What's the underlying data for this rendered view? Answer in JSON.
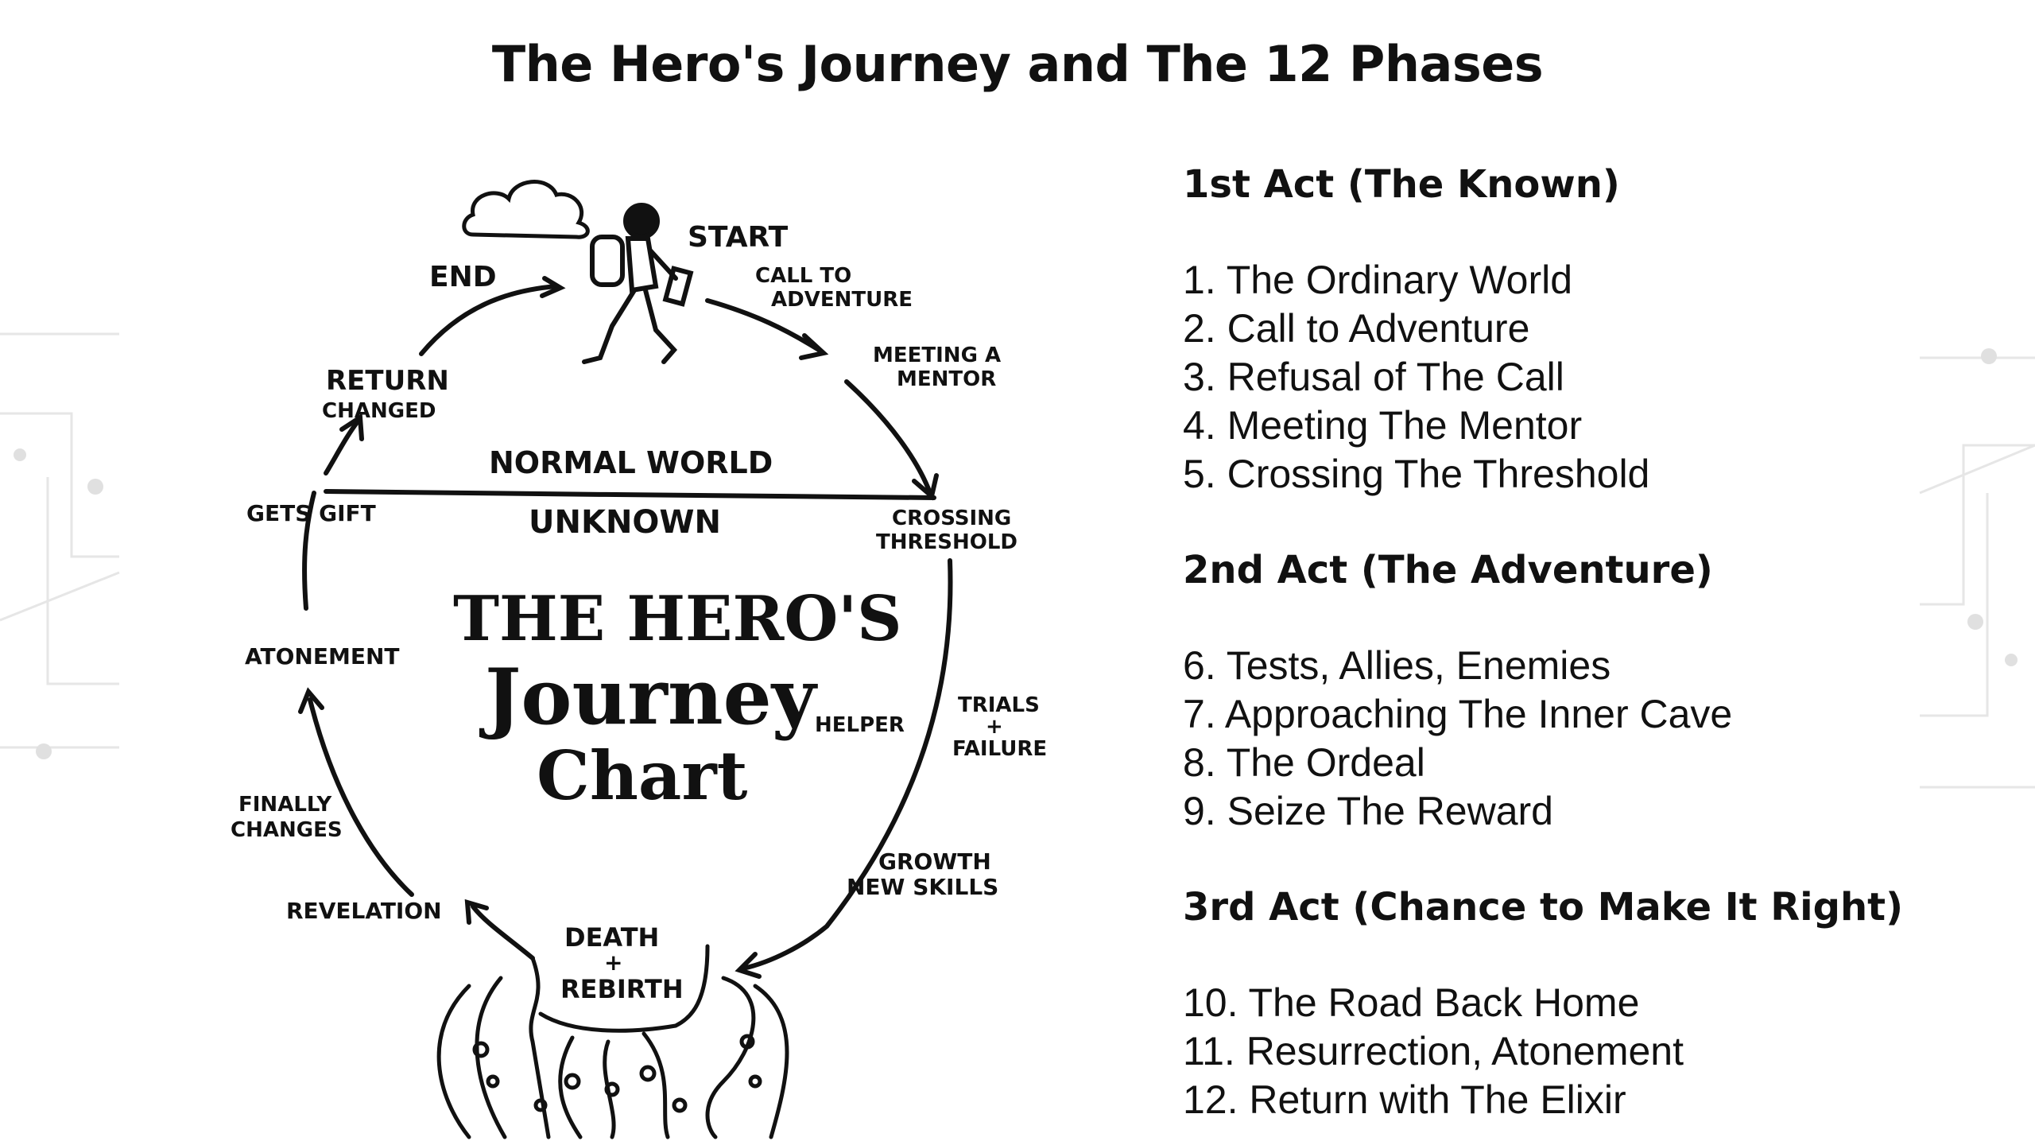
{
  "title": "The Hero's Journey and The 12 Phases",
  "chart_labels": {
    "start": "START",
    "end": "END",
    "call_to_adventure": [
      "CALL TO",
      "ADVENTURE"
    ],
    "meeting_a_mentor": [
      "MEETING A",
      "MENTOR"
    ],
    "return_changed": [
      "RETURN",
      "CHANGED"
    ],
    "normal_world": "NORMAL WORLD",
    "unknown": "UNKNOWN",
    "gets_gift": "GETS GIFT",
    "crossing_threshold": [
      "CROSSING",
      "THRESHOLD"
    ],
    "atonement": "ATONEMENT",
    "helper": "HELPER",
    "trials_failure": [
      "TRIALS",
      "+",
      "FAILURE"
    ],
    "finally_changes": [
      "FINALLY",
      "CHANGES"
    ],
    "growth_new_skills": [
      "GROWTH",
      "NEW SKILLS"
    ],
    "revelation": "REVELATION",
    "death_rebirth": [
      "DEATH",
      "+",
      "REBIRTH"
    ],
    "center_title": [
      "THE HERO'S",
      "Journey",
      "Chart"
    ]
  },
  "acts": [
    {
      "heading": "1st Act (The Known)",
      "phases": [
        "1. The Ordinary World",
        "2. Call to Adventure",
        "3. Refusal of The Call",
        "4. Meeting The Mentor",
        "5. Crossing The Threshold"
      ]
    },
    {
      "heading": "2nd Act (The Adventure)",
      "phases": [
        "6. Tests, Allies, Enemies",
        "7. Approaching The Inner Cave",
        "8. The Ordeal",
        "9. Seize The Reward"
      ]
    },
    {
      "heading": "3rd Act (Chance to Make It Right)",
      "phases": [
        "10. The Road Back Home",
        "11. Resurrection, Atonement",
        "12. Return with The Elixir"
      ]
    }
  ]
}
